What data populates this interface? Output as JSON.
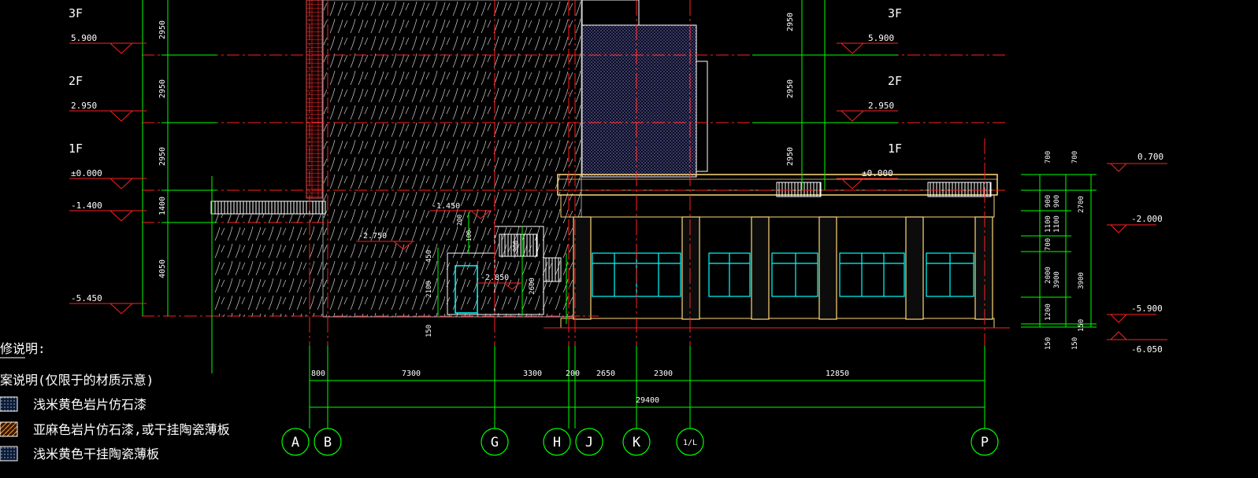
{
  "colors": {
    "background": "#000000",
    "grid_line": "#ff2020",
    "dimension": "#00ff00",
    "text": "#ffffff",
    "wall_hatch": "#d9d9d9",
    "glazing": "#00ffff",
    "facade": "#ffd97a",
    "accent_red": "#ff0000"
  },
  "left_levels": {
    "floors": [
      "3F",
      "2F",
      "1F"
    ],
    "elevations": [
      "5.900",
      "2.950",
      "±0.000",
      "-1.400",
      "-5.450"
    ],
    "heights": [
      "2950",
      "2950",
      "2950",
      "1400",
      "4050"
    ]
  },
  "mid_levels": {
    "floors": [
      "3F",
      "2F",
      "1F"
    ],
    "elevations": [
      "5.900",
      "2.950",
      "±0.000"
    ],
    "heights": [
      "2950",
      "2950",
      "2950"
    ]
  },
  "annotations": {
    "minus_1450": "-1.450",
    "minus_2750": "-2.750",
    "minus_2850": "-2.850",
    "d200": "200",
    "d100": "100",
    "d900": "900",
    "d450": "450",
    "d2100": "2100",
    "d2600": "2600",
    "d150": "150"
  },
  "right_dims": {
    "col1": [
      "700",
      "900",
      "1100",
      "700",
      "2000",
      "1200",
      "150"
    ],
    "col2": [
      "700",
      "900",
      "1100",
      "3900",
      "150"
    ],
    "col3": [
      "2700",
      "3900",
      "150"
    ],
    "elevations": [
      "0.700",
      "-2.000",
      "-5.900",
      "-6.050"
    ]
  },
  "bottom_dims": {
    "segments": [
      "800",
      "7300",
      "3300",
      "200",
      "2650",
      "2300",
      "12850"
    ],
    "total": "29400"
  },
  "grid_axes": [
    "A",
    "B",
    "G",
    "H",
    "J",
    "K",
    "1/L",
    "P"
  ],
  "legend": {
    "title": "修说明:",
    "subtitle": "案说明(仅限于的材质示意)",
    "items": [
      "浅米黄色岩片仿石漆",
      "亚麻色岩片仿石漆,或干挂陶瓷薄板",
      "浅米黄色干挂陶瓷薄板"
    ]
  }
}
